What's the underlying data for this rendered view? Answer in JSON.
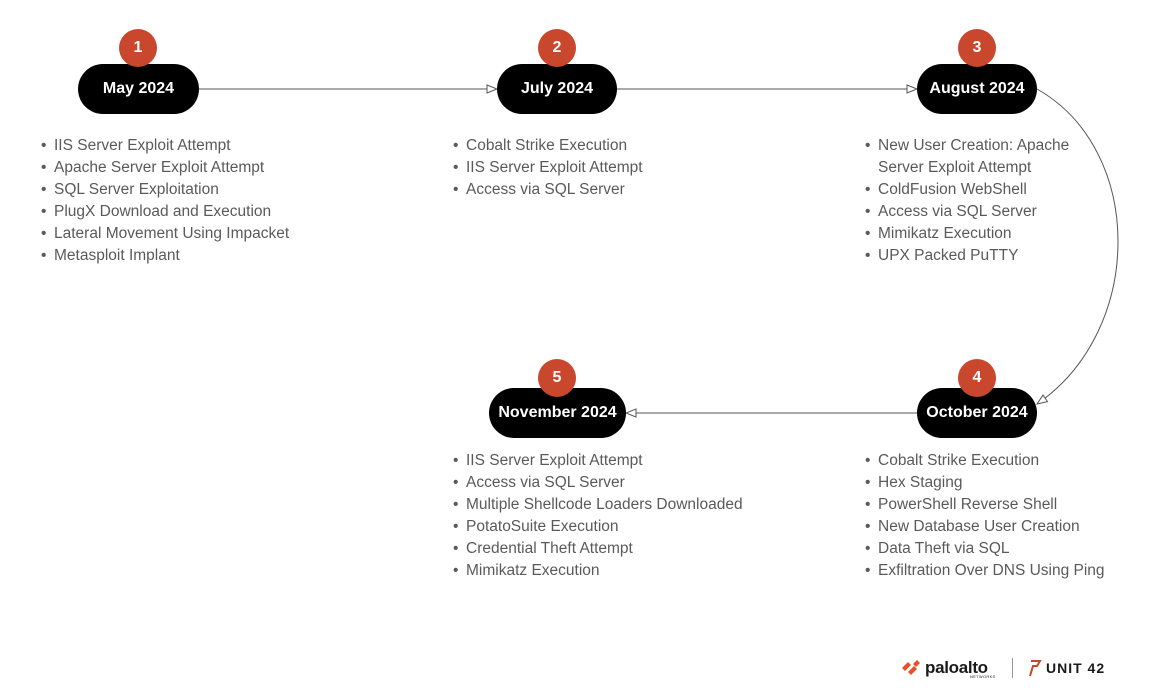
{
  "phases": [
    {
      "number": "1",
      "date": "May 2024",
      "events": [
        "IIS Server Exploit Attempt",
        "Apache Server Exploit Attempt",
        "SQL Server Exploitation",
        "PlugX Download and Execution",
        "Lateral Movement Using Impacket",
        "Metasploit Implant"
      ]
    },
    {
      "number": "2",
      "date": "July 2024",
      "events": [
        "Cobalt Strike Execution",
        "IIS Server Exploit Attempt",
        "Access via SQL Server"
      ]
    },
    {
      "number": "3",
      "date": "August 2024",
      "events": [
        "New User Creation: Apache Server Exploit Attempt",
        "ColdFusion WebShell",
        "Access via SQL Server",
        "Mimikatz Execution",
        "UPX Packed PuTTY"
      ]
    },
    {
      "number": "4",
      "date": "October 2024",
      "events": [
        "Cobalt Strike Execution",
        "Hex Staging",
        "PowerShell Reverse Shell",
        "New Database User Creation",
        "Data Theft via SQL",
        "Exfiltration Over DNS Using Ping"
      ]
    },
    {
      "number": "5",
      "date": "November 2024",
      "events": [
        "IIS Server Exploit Attempt",
        "Access via SQL Server",
        "Multiple Shellcode Loaders Downloaded",
        "PotatoSuite Execution",
        "Credential Theft Attempt",
        "Mimikatz Execution"
      ]
    }
  ],
  "branding": {
    "paloalto_name": "paloalto",
    "paloalto_tagline": "NETWORKS",
    "unit42_name": "UNIT 42",
    "paloalto_icon": "paloalto-logo-icon",
    "unit42_icon": "unit42-logo-icon"
  },
  "colors": {
    "pill": "#000000",
    "badge": "#c8472d",
    "text": "#5a5a5a",
    "connector": "#555555"
  }
}
